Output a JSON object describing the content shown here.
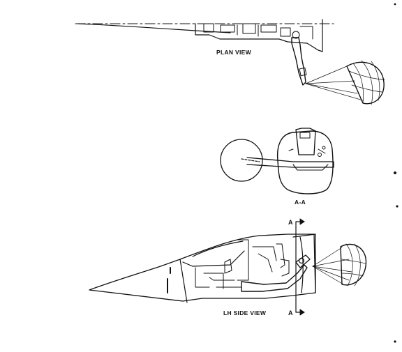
{
  "views": {
    "plan": {
      "caption": "PLAN VIEW"
    },
    "section": {
      "caption": "A-A"
    },
    "side": {
      "caption": "LH SIDE VIEW",
      "cut_marker_top": "A",
      "cut_marker_bottom": "A"
    }
  },
  "colors": {
    "ink": "#111111",
    "background": "#ffffff"
  }
}
